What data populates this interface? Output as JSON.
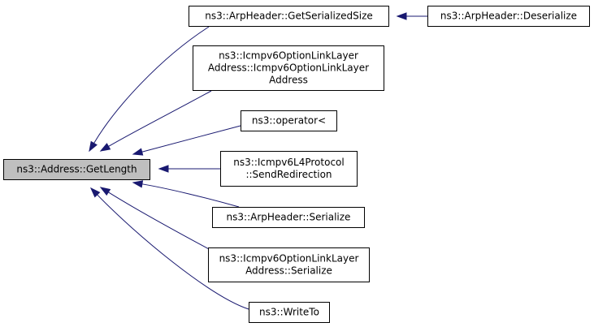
{
  "diagram": {
    "type": "call-graph",
    "colors": {
      "edge": "#191970",
      "root_fill": "#bfbfbf",
      "node_fill": "#ffffff",
      "border": "#000000"
    },
    "nodes": [
      {
        "id": "root",
        "lines": [
          "ns3::Address::GetLength"
        ],
        "root": true
      },
      {
        "id": "arp-getserializedsize",
        "lines": [
          "ns3::ArpHeader::GetSerializedSize"
        ]
      },
      {
        "id": "arp-deserialize",
        "lines": [
          "ns3::ArpHeader::Deserialize"
        ]
      },
      {
        "id": "icmpv6-lla-ctor",
        "lines": [
          "ns3::Icmpv6OptionLinkLayer",
          "Address::Icmpv6OptionLinkLayer",
          "Address"
        ]
      },
      {
        "id": "operator-less",
        "lines": [
          "ns3::operator<"
        ]
      },
      {
        "id": "icmpv6-l4-sendredirection",
        "lines": [
          "ns3::Icmpv6L4Protocol",
          "::SendRedirection"
        ]
      },
      {
        "id": "arp-serialize",
        "lines": [
          "ns3::ArpHeader::Serialize"
        ]
      },
      {
        "id": "icmpv6-lla-serialize",
        "lines": [
          "ns3::Icmpv6OptionLinkLayer",
          "Address::Serialize"
        ]
      },
      {
        "id": "writeto",
        "lines": [
          "ns3::WriteTo"
        ]
      }
    ],
    "edges": [
      {
        "from": "arp-getserializedsize",
        "to": "root"
      },
      {
        "from": "icmpv6-lla-ctor",
        "to": "root"
      },
      {
        "from": "operator-less",
        "to": "root"
      },
      {
        "from": "icmpv6-l4-sendredirection",
        "to": "root"
      },
      {
        "from": "arp-serialize",
        "to": "root"
      },
      {
        "from": "icmpv6-lla-serialize",
        "to": "root"
      },
      {
        "from": "writeto",
        "to": "root"
      },
      {
        "from": "arp-deserialize",
        "to": "arp-getserializedsize"
      }
    ]
  }
}
